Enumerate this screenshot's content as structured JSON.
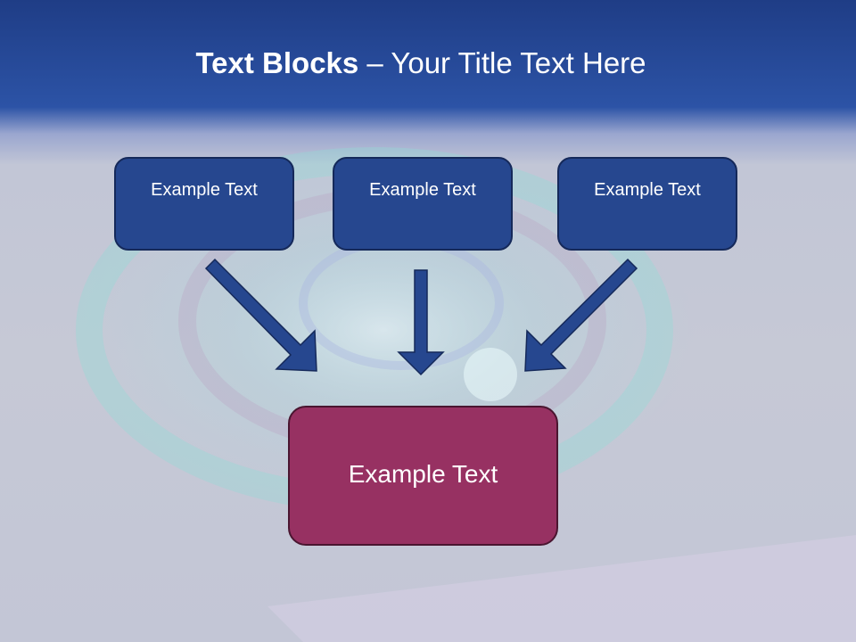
{
  "title": {
    "bold": "Text Blocks",
    "rest": " – Your Title Text Here"
  },
  "boxes": [
    {
      "label": "Example Text"
    },
    {
      "label": "Example Text"
    },
    {
      "label": "Example Text"
    }
  ],
  "target_box": {
    "label": "Example Text"
  },
  "colors": {
    "box_blue": "#26478f",
    "target_box": "#973162",
    "header": "#2c53a6"
  }
}
